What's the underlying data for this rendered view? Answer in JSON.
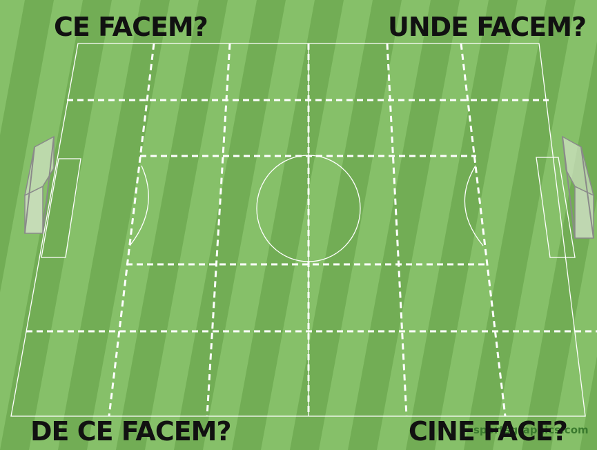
{
  "corner_labels": {
    "top_left": "CE FACEM?",
    "top_right": "UNDE FACEM?",
    "bottom_left": "DE CE FACEM?",
    "bottom_right": "CINE FACE?"
  },
  "watermark": "sportsgraphics.com",
  "colors": {
    "stripe_light": "#86c069",
    "stripe_dark": "#72ad55",
    "line": "#ffffff",
    "text": "#111111",
    "goal_net": "#d9e6d0",
    "goal_frame": "#8a8a8a"
  },
  "grid": {
    "columns": 6,
    "rows": 4,
    "line_style": "dashed"
  },
  "icons": [
    "left-goal-icon",
    "right-goal-icon"
  ]
}
